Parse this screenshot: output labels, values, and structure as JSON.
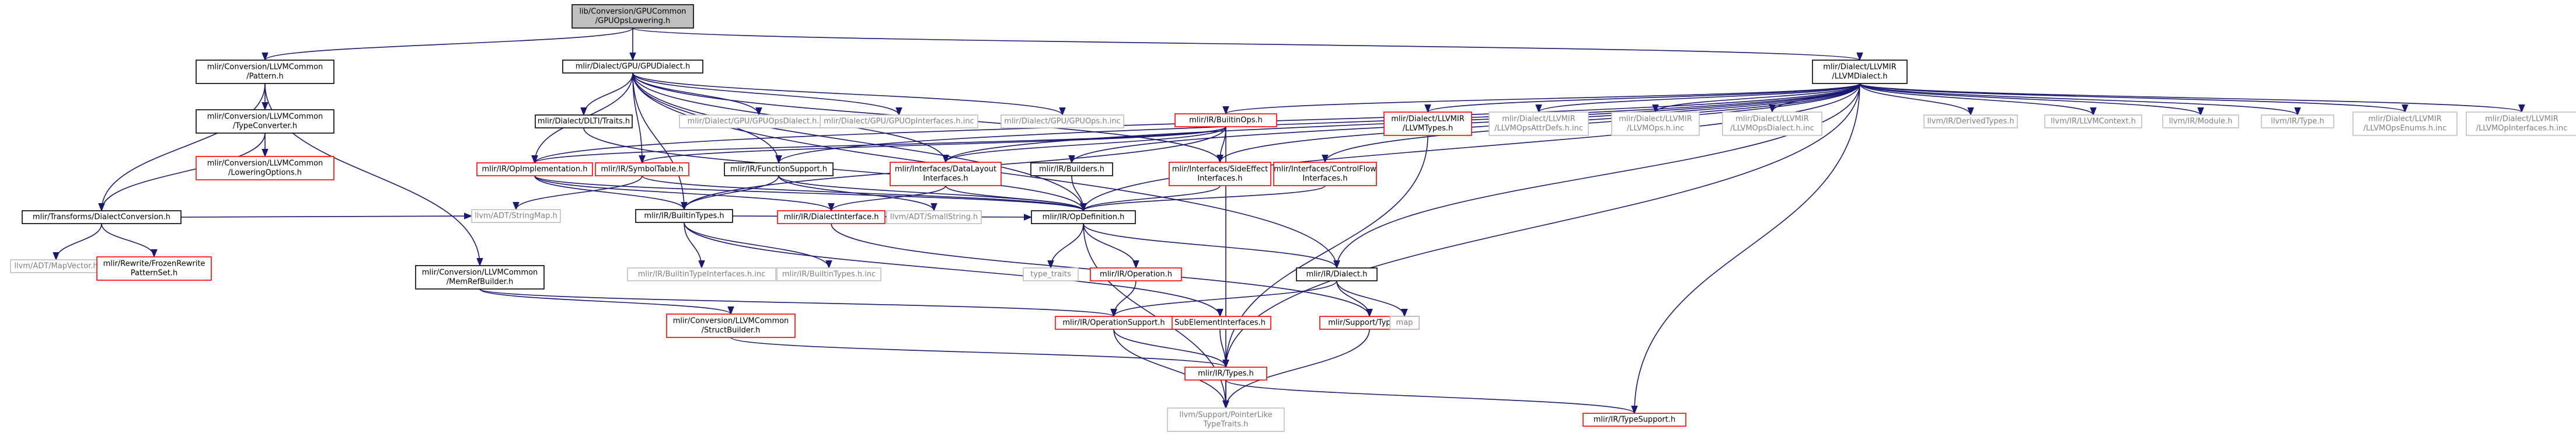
{
  "graph": {
    "colors": {
      "root_fill": "#bfbfbf",
      "root_border": "#000000",
      "normal_border": "#000000",
      "truncated_border": "#ff0000",
      "external_border": "#bfbfbf",
      "external_text": "#7f7f7f",
      "text": "#000000",
      "edge": "#191970",
      "background": "#ffffff"
    },
    "nodes": [
      {
        "id": "root",
        "lines": [
          "lib/Conversion/GPUCommon",
          "/GPUOpsLowering.h"
        ],
        "kind": "root"
      },
      {
        "id": "pattern",
        "lines": [
          "mlir/Conversion/LLVMCommon",
          "/Pattern.h"
        ],
        "kind": "normal"
      },
      {
        "id": "gpudialect",
        "lines": [
          "mlir/Dialect/GPU/GPUDialect.h"
        ],
        "kind": "normal"
      },
      {
        "id": "llvmdialect",
        "lines": [
          "mlir/Dialect/LLVMIR",
          "/LLVMDialect.h"
        ],
        "kind": "normal"
      },
      {
        "id": "typeconv",
        "lines": [
          "mlir/Conversion/LLVMCommon",
          "/TypeConverter.h"
        ],
        "kind": "normal"
      },
      {
        "id": "lowopts",
        "lines": [
          "mlir/Conversion/LLVMCommon",
          "/LoweringOptions.h"
        ],
        "kind": "truncated"
      },
      {
        "id": "dialconv",
        "lines": [
          "mlir/Transforms/DialectConversion.h"
        ],
        "kind": "normal"
      },
      {
        "id": "mapvector",
        "lines": [
          "llvm/ADT/MapVector.h"
        ],
        "kind": "external"
      },
      {
        "id": "frozen",
        "lines": [
          "mlir/Rewrite/FrozenRewrite",
          "PatternSet.h"
        ],
        "kind": "truncated"
      },
      {
        "id": "dltitraits",
        "lines": [
          "mlir/Dialect/DLTI/Traits.h"
        ],
        "kind": "normal"
      },
      {
        "id": "gpuopsdialinc",
        "lines": [
          "mlir/Dialect/GPU/GPUOpsDialect.h.inc"
        ],
        "kind": "external"
      },
      {
        "id": "gpuopsintf",
        "lines": [
          "mlir/Dialect/GPU/GPUOpInterfaces.h.inc"
        ],
        "kind": "external"
      },
      {
        "id": "gpuopsinc",
        "lines": [
          "mlir/Dialect/GPU/GPUOps.h.inc"
        ],
        "kind": "external"
      },
      {
        "id": "builtinops",
        "lines": [
          "mlir/IR/BuiltinOps.h"
        ],
        "kind": "truncated"
      },
      {
        "id": "llvmtypes",
        "lines": [
          "mlir/Dialect/LLVMIR",
          "/LLVMTypes.h"
        ],
        "kind": "truncated"
      },
      {
        "id": "llvmopsattr",
        "lines": [
          "mlir/Dialect/LLVMIR",
          "/LLVMOpsAttrDefs.h.inc"
        ],
        "kind": "external"
      },
      {
        "id": "llvmopsinc",
        "lines": [
          "mlir/Dialect/LLVMIR",
          "/LLVMOps.h.inc"
        ],
        "kind": "external"
      },
      {
        "id": "llvmopsdial",
        "lines": [
          "mlir/Dialect/LLVMIR",
          "/LLVMOpsDialect.h.inc"
        ],
        "kind": "external"
      },
      {
        "id": "derivedtypes",
        "lines": [
          "llvm/IR/DerivedTypes.h"
        ],
        "kind": "external"
      },
      {
        "id": "llvmcontext",
        "lines": [
          "llvm/IR/LLVMContext.h"
        ],
        "kind": "external"
      },
      {
        "id": "irmodule",
        "lines": [
          "llvm/IR/Module.h"
        ],
        "kind": "external"
      },
      {
        "id": "irtype",
        "lines": [
          "llvm/IR/Type.h"
        ],
        "kind": "external"
      },
      {
        "id": "llvmopsenums",
        "lines": [
          "mlir/Dialect/LLVMIR",
          "/LLVMOpsEnums.h.inc"
        ],
        "kind": "external"
      },
      {
        "id": "llvmopsintfinc",
        "lines": [
          "mlir/Dialect/LLVMIR",
          "/LLVMOpInterfaces.h.inc"
        ],
        "kind": "external"
      },
      {
        "id": "opimpl",
        "lines": [
          "mlir/IR/OpImplementation.h"
        ],
        "kind": "truncated"
      },
      {
        "id": "symtable",
        "lines": [
          "mlir/IR/SymbolTable.h"
        ],
        "kind": "truncated"
      },
      {
        "id": "funcsupport",
        "lines": [
          "mlir/IR/FunctionSupport.h"
        ],
        "kind": "normal"
      },
      {
        "id": "datalayout",
        "lines": [
          "mlir/Interfaces/DataLayout",
          "Interfaces.h"
        ],
        "kind": "truncated"
      },
      {
        "id": "builders",
        "lines": [
          "mlir/IR/Builders.h"
        ],
        "kind": "normal"
      },
      {
        "id": "sideeffect",
        "lines": [
          "mlir/Interfaces/SideEffect",
          "Interfaces.h"
        ],
        "kind": "truncated"
      },
      {
        "id": "controlflow",
        "lines": [
          "mlir/Interfaces/ControlFlow",
          "Interfaces.h"
        ],
        "kind": "truncated"
      },
      {
        "id": "stringmap",
        "lines": [
          "llvm/ADT/StringMap.h"
        ],
        "kind": "external"
      },
      {
        "id": "builtintypes",
        "lines": [
          "mlir/IR/BuiltinTypes.h"
        ],
        "kind": "normal"
      },
      {
        "id": "dialintf",
        "lines": [
          "mlir/IR/DialectInterface.h"
        ],
        "kind": "truncated"
      },
      {
        "id": "smallstring",
        "lines": [
          "llvm/ADT/SmallString.h"
        ],
        "kind": "external"
      },
      {
        "id": "opdef",
        "lines": [
          "mlir/IR/OpDefinition.h"
        ],
        "kind": "normal"
      },
      {
        "id": "membuilder",
        "lines": [
          "mlir/Conversion/LLVMCommon",
          "/MemRefBuilder.h"
        ],
        "kind": "normal"
      },
      {
        "id": "btintfinc",
        "lines": [
          "mlir/IR/BuiltinTypeInterfaces.h.inc"
        ],
        "kind": "external"
      },
      {
        "id": "btinc",
        "lines": [
          "mlir/IR/BuiltinTypes.h.inc"
        ],
        "kind": "external"
      },
      {
        "id": "typetraits",
        "lines": [
          "type_traits"
        ],
        "kind": "external"
      },
      {
        "id": "operation",
        "lines": [
          "mlir/IR/Operation.h"
        ],
        "kind": "truncated"
      },
      {
        "id": "irdialect",
        "lines": [
          "mlir/IR/Dialect.h"
        ],
        "kind": "normal"
      },
      {
        "id": "structbuilder",
        "lines": [
          "mlir/Conversion/LLVMCommon",
          "/StructBuilder.h"
        ],
        "kind": "truncated"
      },
      {
        "id": "subelem",
        "lines": [
          "SubElementInterfaces.h"
        ],
        "kind": "truncated"
      },
      {
        "id": "opsupport",
        "lines": [
          "mlir/IR/OperationSupport.h"
        ],
        "kind": "truncated"
      },
      {
        "id": "typeid",
        "lines": [
          "mlir/Support/TypeID.h"
        ],
        "kind": "truncated"
      },
      {
        "id": "map",
        "lines": [
          "map"
        ],
        "kind": "external"
      },
      {
        "id": "irtypes",
        "lines": [
          "mlir/IR/Types.h"
        ],
        "kind": "truncated"
      },
      {
        "id": "ptrlike",
        "lines": [
          "llvm/Support/PointerLike",
          "TypeTraits.h"
        ],
        "kind": "external"
      },
      {
        "id": "typesupport",
        "lines": [
          "mlir/IR/TypeSupport.h"
        ],
        "kind": "truncated"
      }
    ]
  }
}
